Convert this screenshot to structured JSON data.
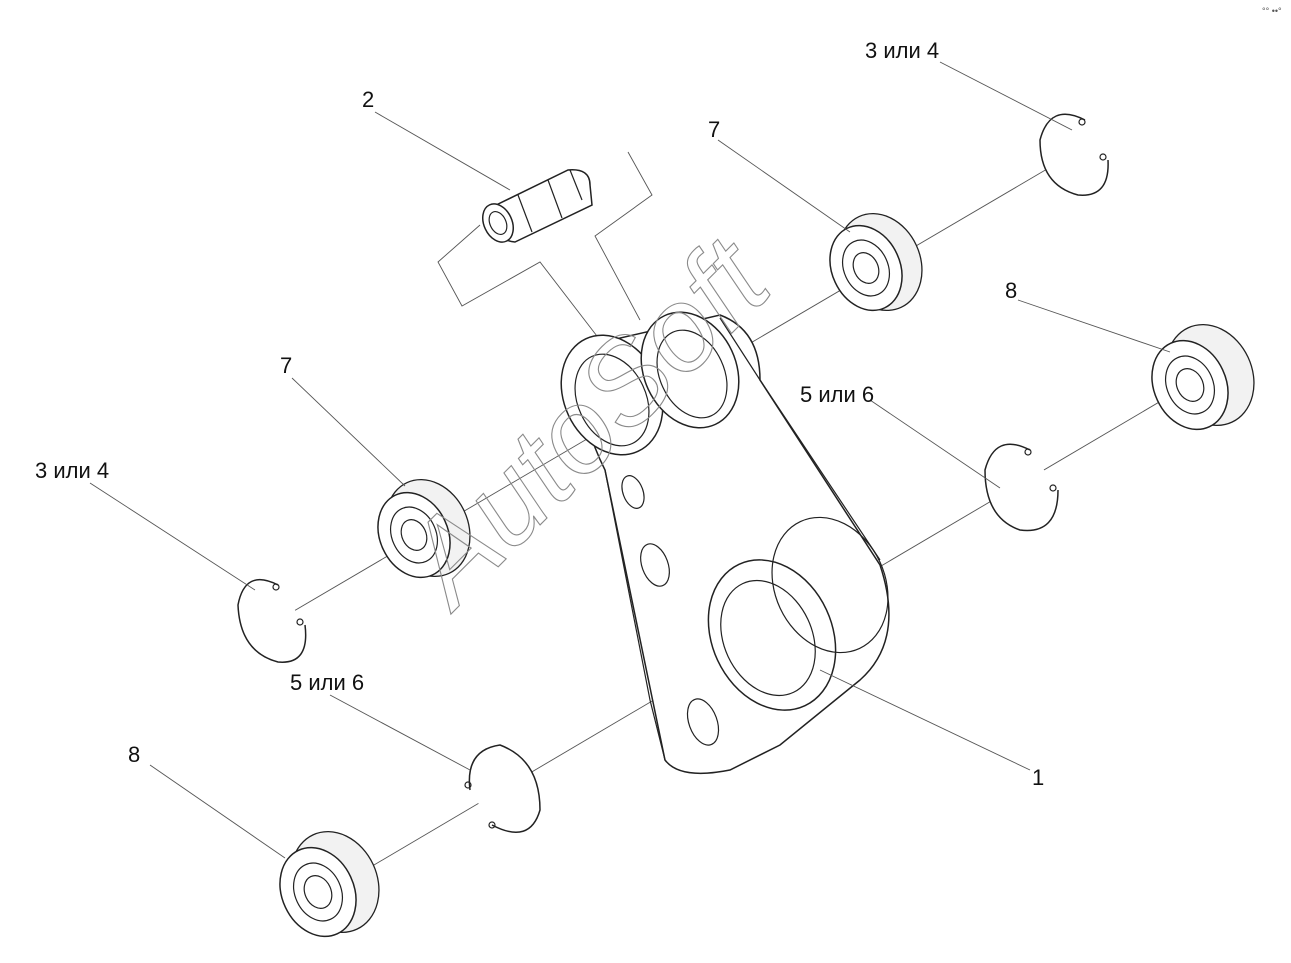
{
  "watermark": "AutoSoft",
  "corner_mark": "°° ••°",
  "callouts": {
    "part_1": "1",
    "part_2": "2",
    "part_3or4_top": "3 или 4",
    "part_3or4_left": "3 или 4",
    "part_5or6_right": "5 или 6",
    "part_5or6_left": "5 или 6",
    "part_7_top": "7",
    "part_7_left": "7",
    "part_8_right": "8",
    "part_8_left": "8"
  }
}
